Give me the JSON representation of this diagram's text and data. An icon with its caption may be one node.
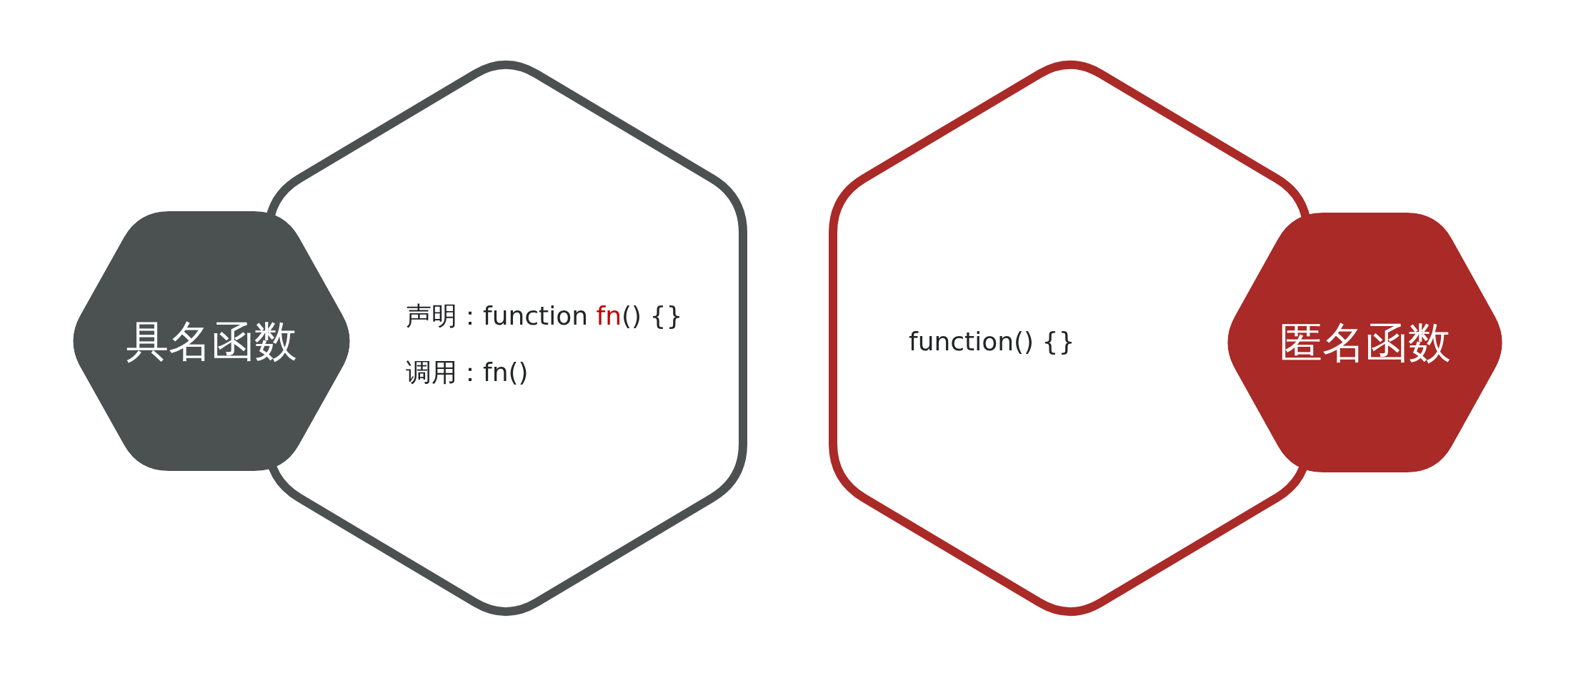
{
  "diagram": {
    "nodes": [
      {
        "text": [
          "具名函数"
        ]
      },
      {
        "text": [
          "声明：function **fn**() {}",
          "调用：fn()"
        ]
      },
      {
        "text": [
          "function() {}"
        ]
      },
      {
        "text": [
          "匿名函数"
        ]
      }
    ]
  }
}
